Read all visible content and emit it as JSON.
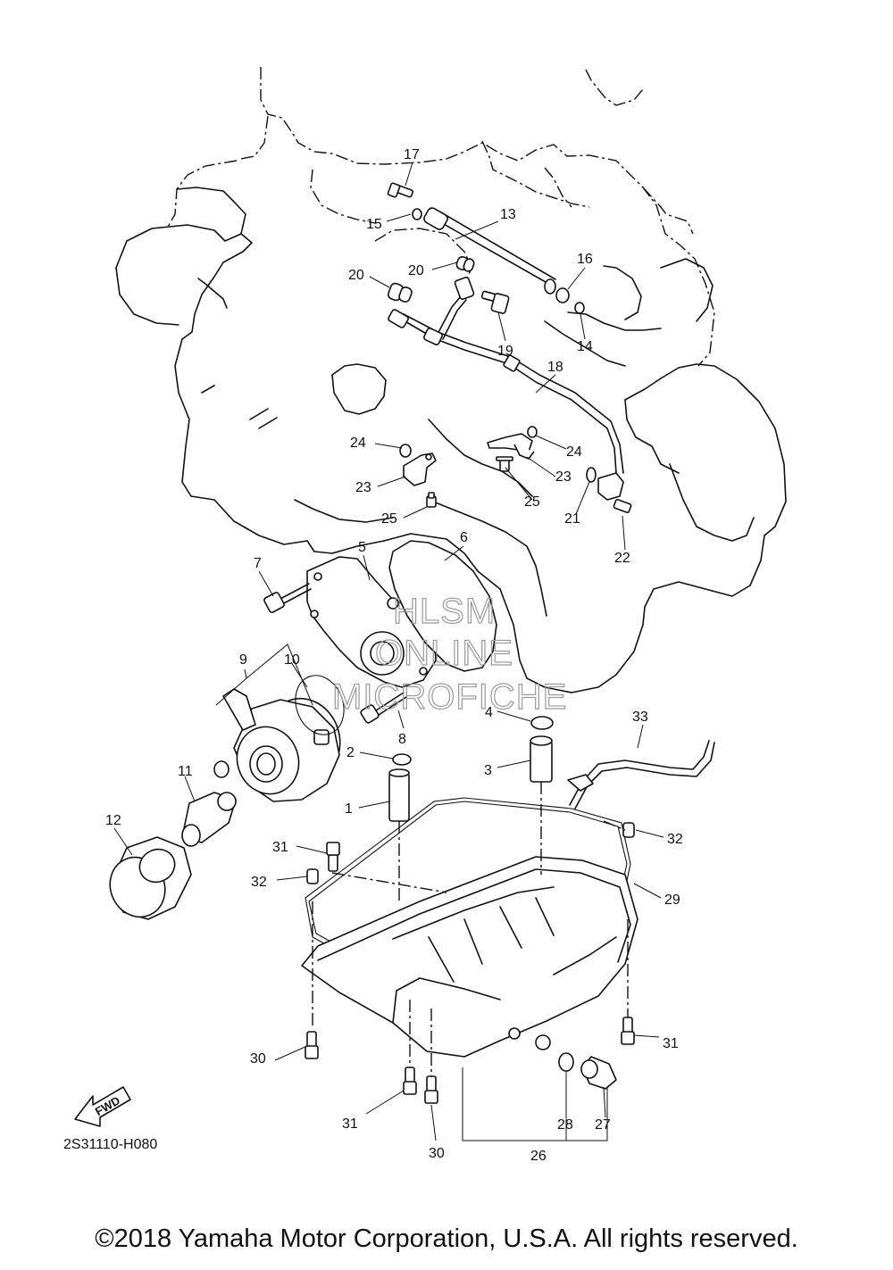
{
  "callouts": [
    {
      "n": "1"
    },
    {
      "n": "2"
    },
    {
      "n": "3"
    },
    {
      "n": "4"
    },
    {
      "n": "5"
    },
    {
      "n": "6"
    },
    {
      "n": "7"
    },
    {
      "n": "8"
    },
    {
      "n": "9"
    },
    {
      "n": "10"
    },
    {
      "n": "11"
    },
    {
      "n": "12"
    },
    {
      "n": "13"
    },
    {
      "n": "14"
    },
    {
      "n": "15"
    },
    {
      "n": "16"
    },
    {
      "n": "17"
    },
    {
      "n": "18"
    },
    {
      "n": "19"
    },
    {
      "n": "20"
    },
    {
      "n": "20"
    },
    {
      "n": "21"
    },
    {
      "n": "22"
    },
    {
      "n": "23"
    },
    {
      "n": "23"
    },
    {
      "n": "24"
    },
    {
      "n": "24"
    },
    {
      "n": "25"
    },
    {
      "n": "25"
    },
    {
      "n": "26"
    },
    {
      "n": "27"
    },
    {
      "n": "28"
    },
    {
      "n": "29"
    },
    {
      "n": "30"
    },
    {
      "n": "30"
    },
    {
      "n": "31"
    },
    {
      "n": "31"
    },
    {
      "n": "31"
    },
    {
      "n": "32"
    },
    {
      "n": "32"
    },
    {
      "n": "33"
    }
  ],
  "watermark": {
    "line1": "HLSM",
    "line2": "ONLINE",
    "line3": "MICROFICHE"
  },
  "fwd_label": "FWD",
  "diagram_code": "2S31110-H080",
  "copyright": "©2018 Yamaha Motor Corporation, U.S.A. All rights reserved."
}
